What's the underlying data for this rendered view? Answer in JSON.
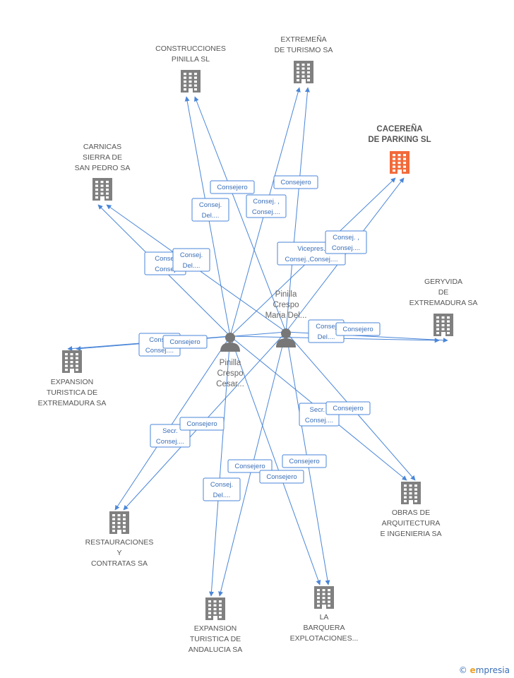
{
  "colors": {
    "edge": "#4a86d8",
    "building": "#808080",
    "highlight": "#f26a3a"
  },
  "persons": [
    {
      "id": "p1",
      "lines": [
        "Pinilla",
        "Crespo",
        "Maria Del..."
      ]
    },
    {
      "id": "p2",
      "lines": [
        "Pinilla",
        "Crespo",
        "Cesar..."
      ]
    }
  ],
  "companies": [
    {
      "id": "c1",
      "lines": [
        "CONSTRUCCIONES",
        "PINILLA SL"
      ],
      "highlight": false
    },
    {
      "id": "c2",
      "lines": [
        "EXTREMEÑA",
        "DE TURISMO SA"
      ],
      "highlight": false
    },
    {
      "id": "c3",
      "lines": [
        "CACEREÑA",
        "DE PARKING SL"
      ],
      "highlight": true
    },
    {
      "id": "c4",
      "lines": [
        "CARNICAS",
        "SIERRA DE",
        "SAN PEDRO SA"
      ],
      "highlight": false
    },
    {
      "id": "c5",
      "lines": [
        "GERYVIDA",
        "DE",
        "EXTREMADURA SA"
      ],
      "highlight": false
    },
    {
      "id": "c6",
      "lines": [
        "EXPANSION",
        "TURISTICA DE",
        "EXTREMADURA SA"
      ],
      "highlight": false
    },
    {
      "id": "c7",
      "lines": [
        "OBRAS DE",
        "ARQUITECTURA",
        "E INGENIERIA SA"
      ],
      "highlight": false
    },
    {
      "id": "c8",
      "lines": [
        "RESTAURACIONES",
        "Y",
        "CONTRATAS SA"
      ],
      "highlight": false
    },
    {
      "id": "c9",
      "lines": [
        "EXPANSION",
        "TURISTICA DE",
        "ANDALUCIA SA"
      ],
      "highlight": false
    },
    {
      "id": "c10",
      "lines": [
        "LA",
        "BARQUERA",
        "EXPLOTACIONES..."
      ],
      "highlight": false
    }
  ],
  "edge_labels": [
    {
      "id": "l1",
      "lines": [
        "Consejero"
      ]
    },
    {
      "id": "l2",
      "lines": [
        "Consej.",
        "Del...."
      ]
    },
    {
      "id": "l3",
      "lines": [
        "Consejero"
      ]
    },
    {
      "id": "l4",
      "lines": [
        "Consej. ,",
        "Consej...."
      ]
    },
    {
      "id": "l5",
      "lines": [
        "Vicepres.",
        "Consej.,Consej...."
      ]
    },
    {
      "id": "l6",
      "lines": [
        "Consej. ,",
        "Consej...."
      ]
    },
    {
      "id": "l7",
      "lines": [
        "Consej",
        "Consej"
      ]
    },
    {
      "id": "l8",
      "lines": [
        "Consej.",
        "Del...."
      ]
    },
    {
      "id": "l9",
      "lines": [
        "Consej",
        "Del...."
      ]
    },
    {
      "id": "l10",
      "lines": [
        "Consejero"
      ]
    },
    {
      "id": "l11",
      "lines": [
        "Consej",
        "Consej...."
      ]
    },
    {
      "id": "l12",
      "lines": [
        "Consejero"
      ]
    },
    {
      "id": "l13",
      "lines": [
        "Secr.",
        "Consej...."
      ]
    },
    {
      "id": "l14",
      "lines": [
        "Consejero"
      ]
    },
    {
      "id": "l15",
      "lines": [
        "Secr. ,",
        "Consej...."
      ]
    },
    {
      "id": "l16",
      "lines": [
        "Consejero"
      ]
    },
    {
      "id": "l17",
      "lines": [
        "Consejero"
      ]
    },
    {
      "id": "l18",
      "lines": [
        "Consejero"
      ]
    },
    {
      "id": "l19",
      "lines": [
        "Consej.",
        "Del...."
      ]
    },
    {
      "id": "l20",
      "lines": [
        "Consejero"
      ]
    }
  ],
  "brand": {
    "symbol": "©",
    "initial": "e",
    "name": "mpresia"
  }
}
